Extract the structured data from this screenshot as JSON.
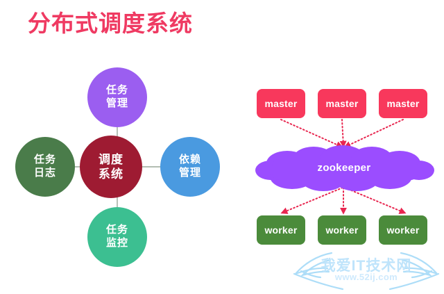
{
  "title": "分布式调度系统",
  "colors": {
    "background": "#ffffff",
    "title": "#ef3a62",
    "center_node": "#9e1b32",
    "top_node": "#9b5ef0",
    "left_node": "#4a7c4a",
    "right_node": "#4a9ae0",
    "bottom_node": "#3cbf91",
    "spoke_line": "#9aa79a",
    "master_box": "#f8385c",
    "worker_box": "#4b8b3b",
    "zookeeper_cloud": "#9b4dff",
    "arrow": "#e8264f",
    "watermark": "#bfe4fb"
  },
  "hub_diagram": {
    "center": {
      "label_lines": [
        "调度",
        "系统"
      ],
      "color": "#9e1b32"
    },
    "spokes": [
      {
        "position": "top",
        "label_lines": [
          "任务",
          "管理"
        ],
        "color": "#9b5ef0"
      },
      {
        "position": "left",
        "label_lines": [
          "任务",
          "日志"
        ],
        "color": "#4a7c4a"
      },
      {
        "position": "right",
        "label_lines": [
          "依赖",
          "管理"
        ],
        "color": "#4a9ae0"
      },
      {
        "position": "bottom",
        "label_lines": [
          "任务",
          "监控"
        ],
        "color": "#3cbf91"
      }
    ]
  },
  "cluster_diagram": {
    "masters": [
      "master",
      "master",
      "master"
    ],
    "coordinator": "zookeeper",
    "workers": [
      "worker",
      "worker",
      "worker"
    ],
    "arrow_style": "dotted"
  },
  "watermark": {
    "brand": "我爱IT技术网",
    "url": "www.52ij.com"
  }
}
